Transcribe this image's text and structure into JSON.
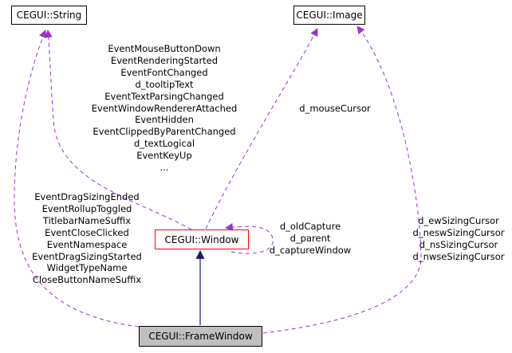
{
  "nodes": {
    "string": "CEGUI::String",
    "image": "CEGUI::Image",
    "window": "CEGUI::Window",
    "framewindow": "CEGUI::FrameWindow"
  },
  "edge_labels": {
    "window_string": [
      "EventMouseButtonDown",
      "EventRenderingStarted",
      "EventFontChanged",
      "d_tooltipText",
      "EventTextParsingChanged",
      "EventWindowRendererAttached",
      "EventHidden",
      "EventClippedByParentChanged",
      "d_textLogical",
      "EventKeyUp",
      "..."
    ],
    "window_image": [
      "d_mouseCursor"
    ],
    "window_self": [
      "d_oldCapture",
      "d_parent",
      "d_captureWindow"
    ],
    "framewindow_image": [
      "d_ewSizingCursor",
      "d_neswSizingCursor",
      "d_nsSizingCursor",
      "d_nwseSizingCursor"
    ],
    "framewindow_string": [
      "EventDragSizingEnded",
      "EventRollupToggled",
      "TitlebarNameSuffix",
      "EventCloseClicked",
      "EventNamespace",
      "EventDragSizingStarted",
      "WidgetTypeName",
      "CloseButtonNameSuffix"
    ]
  },
  "colors": {
    "usage_edge": "#9a32cd",
    "inheritance_edge": "#191970",
    "highlight_border": "#ff0000",
    "focus_fill": "#bfbfbf"
  }
}
